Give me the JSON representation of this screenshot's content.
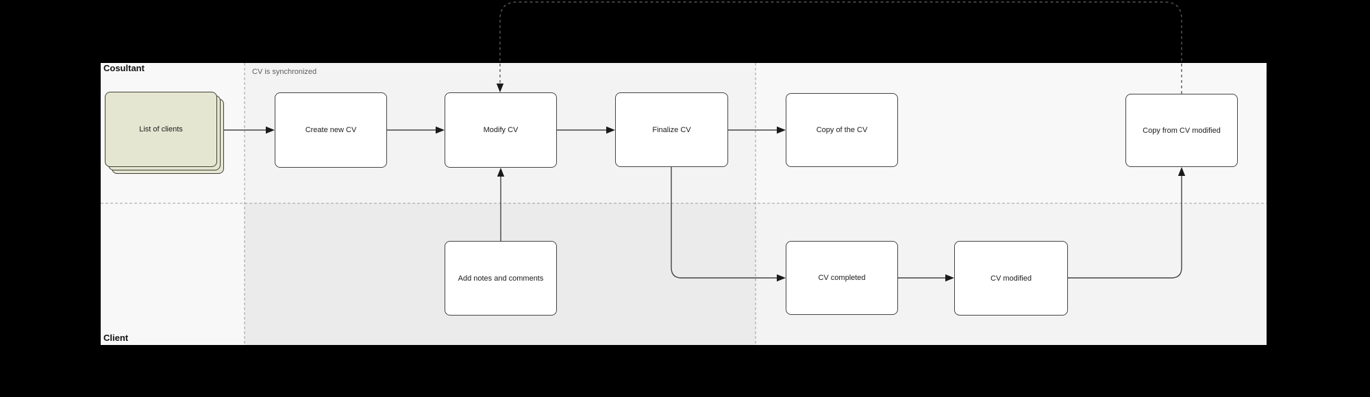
{
  "diagram": {
    "lanes": [
      {
        "label": "Cosultant"
      },
      {
        "label": "Client"
      }
    ],
    "phase_label": "CV is synchronized",
    "nodes": [
      {
        "id": "list-of-clients",
        "label": "List of clients",
        "shape": "stacked-cards"
      },
      {
        "id": "create-new-cv",
        "label": "Create new CV",
        "shape": "rounded-rect"
      },
      {
        "id": "modify-cv",
        "label": "Modify CV",
        "shape": "rounded-rect"
      },
      {
        "id": "finalize-cv",
        "label": "Finalize CV",
        "shape": "rounded-rect"
      },
      {
        "id": "copy-of-the-cv",
        "label": "Copy of the CV",
        "shape": "rounded-rect"
      },
      {
        "id": "copy-from-cv-modified",
        "label": "Copy from CV modified",
        "shape": "rounded-rect"
      },
      {
        "id": "add-notes-and-comments",
        "label": "Add notes and comments",
        "shape": "rounded-rect"
      },
      {
        "id": "cv-completed",
        "label": "CV completed",
        "shape": "rounded-rect"
      },
      {
        "id": "cv-modified",
        "label": "CV modified",
        "shape": "rounded-rect"
      }
    ],
    "edges": [
      {
        "from": "list-of-clients",
        "to": "create-new-cv",
        "style": "solid"
      },
      {
        "from": "create-new-cv",
        "to": "modify-cv",
        "style": "solid"
      },
      {
        "from": "modify-cv",
        "to": "finalize-cv",
        "style": "solid"
      },
      {
        "from": "finalize-cv",
        "to": "copy-of-the-cv",
        "style": "solid"
      },
      {
        "from": "finalize-cv",
        "to": "cv-completed",
        "style": "solid"
      },
      {
        "from": "cv-completed",
        "to": "cv-modified",
        "style": "solid"
      },
      {
        "from": "cv-modified",
        "to": "copy-from-cv-modified",
        "style": "solid"
      },
      {
        "from": "add-notes-and-comments",
        "to": "modify-cv",
        "style": "solid"
      },
      {
        "from": "copy-from-cv-modified",
        "to": "modify-cv",
        "style": "dashed"
      }
    ],
    "colors": {
      "canvas_bg": "#000000",
      "lane_light": "#f8f8f8",
      "lane_mid": "#f3f3f3",
      "lane_dark": "#ebebeb",
      "node_fill": "#ffffff",
      "node_border": "#424242",
      "stacked_fill": "#e4e6d1",
      "stacked_border": "#3f3f33",
      "connector": "#424242",
      "dashed_connector": "#595959",
      "divider": "#9e9e9e",
      "phase_label_color": "#5f5f5f"
    }
  }
}
